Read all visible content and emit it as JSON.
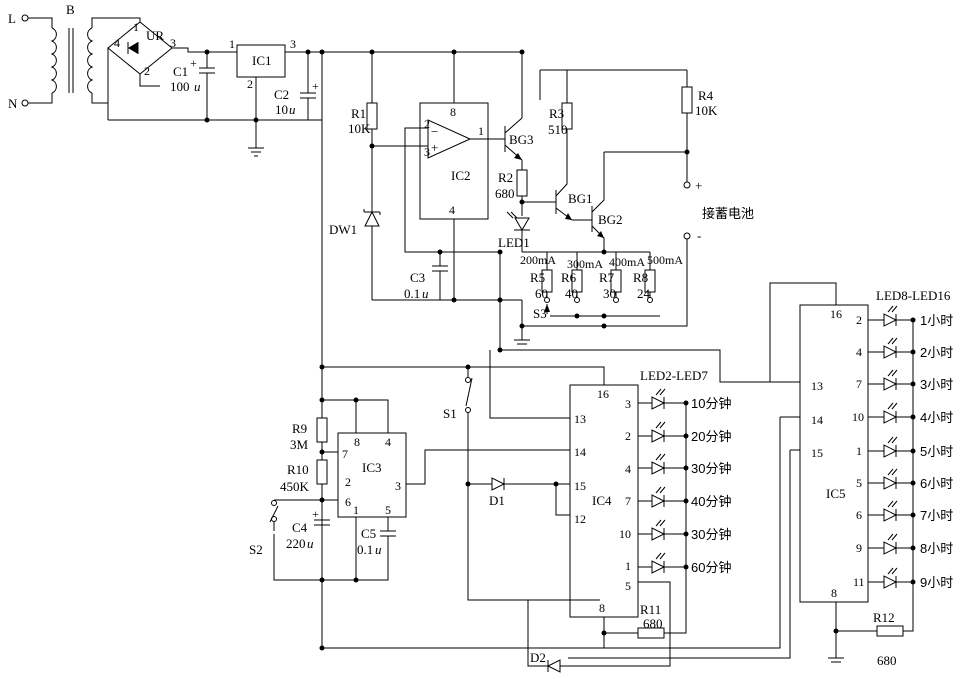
{
  "terminals": {
    "live": "L",
    "neutral": "N"
  },
  "transformer": {
    "label": "B"
  },
  "rectifier": {
    "label": "UR",
    "pin1": "1",
    "pin2": "2",
    "pin3": "3",
    "pin4": "4"
  },
  "capacitors": {
    "c1": {
      "name": "C1",
      "value": "100",
      "unit": "u"
    },
    "c2": {
      "name": "C2",
      "value": "10",
      "unit": "u"
    },
    "c3": {
      "name": "C3",
      "value": "0.1",
      "unit": "u"
    },
    "c4": {
      "name": "C4",
      "value": "220",
      "unit": "u"
    },
    "c5": {
      "name": "C5",
      "value": "0.1",
      "unit": "u"
    }
  },
  "ic1": {
    "label": "IC1",
    "pin1": "1",
    "pin2": "2",
    "pin3": "3"
  },
  "ic2": {
    "label": "IC2",
    "pin2": "2",
    "pin3": "3",
    "pin1": "1",
    "pin8": "8",
    "pin4": "4",
    "minus": "−",
    "plus": "+"
  },
  "ic3": {
    "label": "IC3",
    "pin8": "8",
    "pin4": "4",
    "pin7": "7",
    "pin2": "2",
    "pin6": "6",
    "pin3": "3",
    "pin1": "1",
    "pin5": "5"
  },
  "ic4": {
    "label": "IC4",
    "pin16": "16",
    "pin13": "13",
    "pin14": "14",
    "pin15": "15",
    "pin12": "12",
    "pin8": "8",
    "out_pins": [
      "3",
      "2",
      "4",
      "7",
      "10",
      "1"
    ],
    "pin5": "5"
  },
  "ic5": {
    "label": "IC5",
    "pin16": "16",
    "pin13": "13",
    "pin14": "14",
    "pin15": "15",
    "pin8": "8",
    "out_pins": [
      "2",
      "4",
      "7",
      "10",
      "1",
      "5",
      "6",
      "9",
      "11"
    ]
  },
  "resistors": {
    "r1": {
      "name": "R1",
      "value": "10K"
    },
    "r2": {
      "name": "R2",
      "value": "680"
    },
    "r3": {
      "name": "R3",
      "value": "510"
    },
    "r4": {
      "name": "R4",
      "value": "10K"
    },
    "r5": {
      "name": "R5",
      "value": "60"
    },
    "r6": {
      "name": "R6",
      "value": "40"
    },
    "r7": {
      "name": "R7",
      "value": "30"
    },
    "r8": {
      "name": "R8",
      "value": "24"
    },
    "r9": {
      "name": "R9",
      "value": "3M"
    },
    "r10": {
      "name": "R10",
      "value": "450K"
    },
    "r11": {
      "name": "R11",
      "value": "680"
    },
    "r12": {
      "name": "R12",
      "value": "680"
    }
  },
  "currents": [
    "200mA",
    "300mA",
    "400mA",
    "500mA"
  ],
  "transistors": {
    "bg1": "BG1",
    "bg2": "BG2",
    "bg3": "BG3"
  },
  "zener": "DW1",
  "leds": {
    "led1": "LED1",
    "group1": "LED2-LED7",
    "group2": "LED8-LED16"
  },
  "switches": {
    "s1": "S1",
    "s2": "S2",
    "s3": "S3"
  },
  "diodes": {
    "d1": "D1",
    "d2": "D2"
  },
  "battery": {
    "label": "接蓄电池",
    "plus": "+",
    "minus": "-"
  },
  "minute_labels": [
    "10分钟",
    "20分钟",
    "30分钟",
    "40分钟",
    "30分钟",
    "60分钟"
  ],
  "hour_labels": [
    "1小时",
    "2小时",
    "3小时",
    "4小时",
    "5小时",
    "6小时",
    "7小时",
    "8小时",
    "9小时"
  ]
}
